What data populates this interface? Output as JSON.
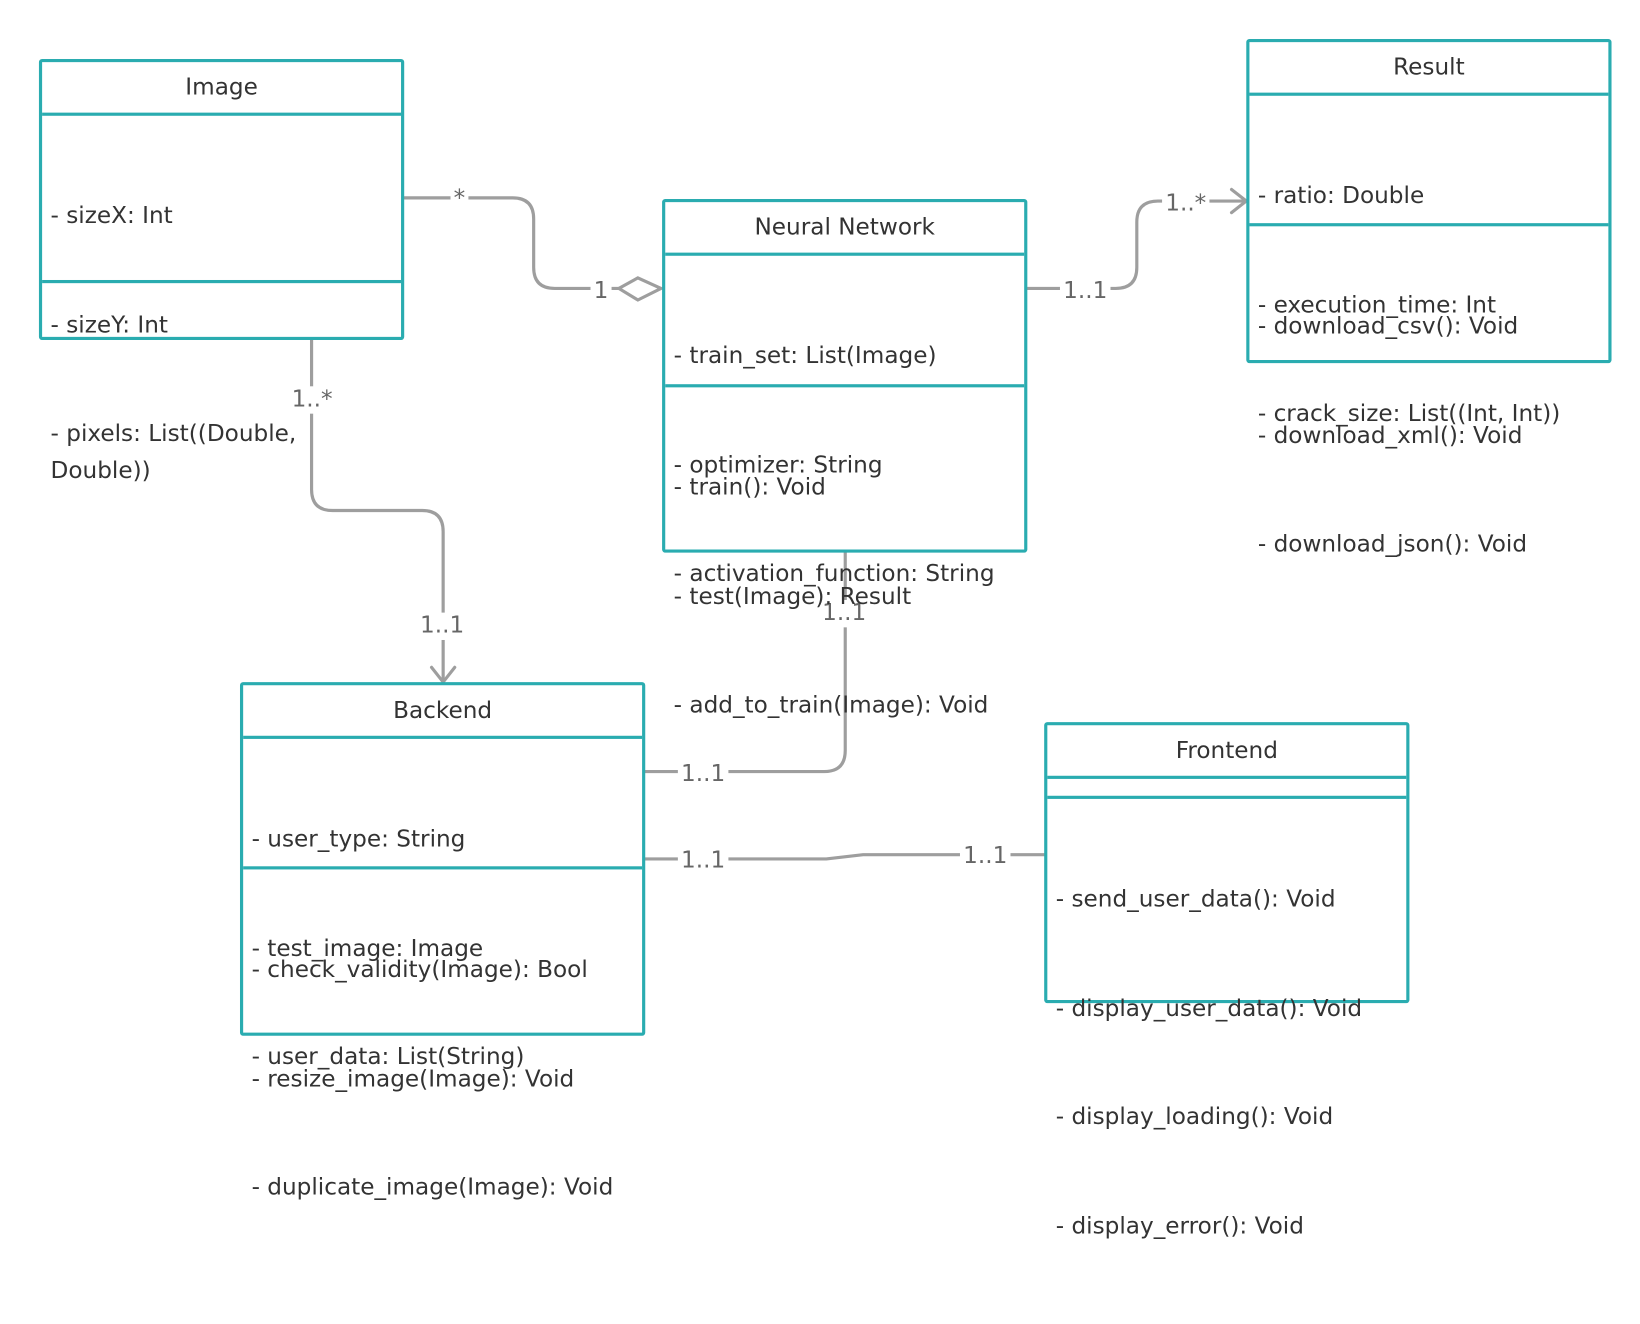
{
  "classes": {
    "image": {
      "name": "Image",
      "attributes": [
        "- sizeX: Int",
        "- sizeY: Int",
        "- pixels: List((Double, Double))"
      ],
      "operations": []
    },
    "neural_network": {
      "name": "Neural Network",
      "attributes": [
        "- train_set: List(Image)",
        "- optimizer: String",
        "- activation_function: String"
      ],
      "operations": [
        "- train(): Void",
        "- test(Image): Result",
        "- add_to_train(Image): Void"
      ]
    },
    "result": {
      "name": "Result",
      "attributes": [
        "- ratio: Double",
        "- execution_time: Int",
        "- crack_size: List((Int, Int))"
      ],
      "operations": [
        "- download_csv(): Void",
        "- download_xml(): Void",
        "- download_json(): Void"
      ]
    },
    "backend": {
      "name": "Backend",
      "attributes": [
        "- user_type: String",
        "- test_image: Image",
        "- user_data: List(String)"
      ],
      "operations": [
        "- check_validity(Image): Bool",
        "- resize_image(Image): Void",
        "- duplicate_image(Image): Void"
      ]
    },
    "frontend": {
      "name": "Frontend",
      "attributes": [],
      "operations": [
        "- send_user_data(): Void",
        "- display_user_data(): Void",
        "- display_loading(): Void",
        "- display_error(): Void"
      ]
    }
  },
  "multiplicities": {
    "image_nn_image_end": "*",
    "image_nn_nn_end": "1",
    "nn_result_nn_end": "1..1",
    "nn_result_result_end": "1..*",
    "image_backend_image_end": "1..*",
    "image_backend_backend_end": "1..1",
    "nn_backend_nn_end": "1..1",
    "nn_backend_backend_end": "1..1",
    "backend_frontend_backend_end": "1..1",
    "backend_frontend_frontend_end": "1..1"
  },
  "colors": {
    "class_border": "#2aacb0",
    "connector": "#9e9e9e",
    "text": "#333333",
    "multiplicity_text": "#666666"
  }
}
